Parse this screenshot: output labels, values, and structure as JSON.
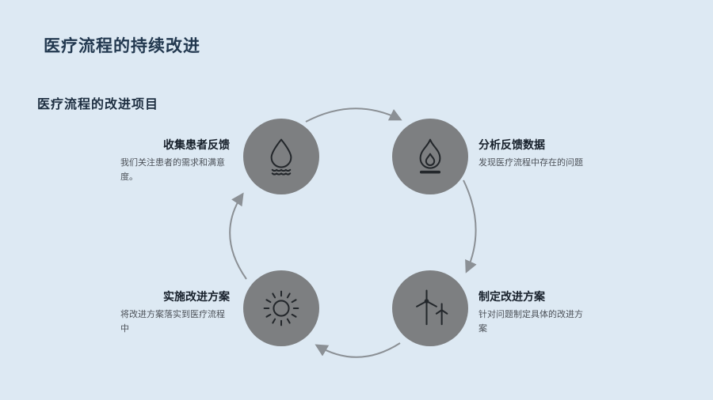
{
  "slide": {
    "title": "医疗流程的持续改进",
    "subtitle": "医疗流程的改进项目"
  },
  "steps": [
    {
      "label": "收集患者反馈",
      "desc": "我们关注患者的需求和满意度。",
      "icon": "water-drop-icon"
    },
    {
      "label": "分析反馈数据",
      "desc": "发现医疗流程中存在的问题",
      "icon": "flame-icon"
    },
    {
      "label": "制定改进方案",
      "desc": "针对问题制定具体的改进方案",
      "icon": "wind-turbine-icon"
    },
    {
      "label": "实施改进方案",
      "desc": "将改进方案落实到医疗流程中",
      "icon": "sun-icon"
    }
  ],
  "colors": {
    "background": "#dde9f3",
    "circle": "#7d7f81",
    "arrow": "#8b9095",
    "title": "#22384f",
    "icon": "#23272b"
  }
}
